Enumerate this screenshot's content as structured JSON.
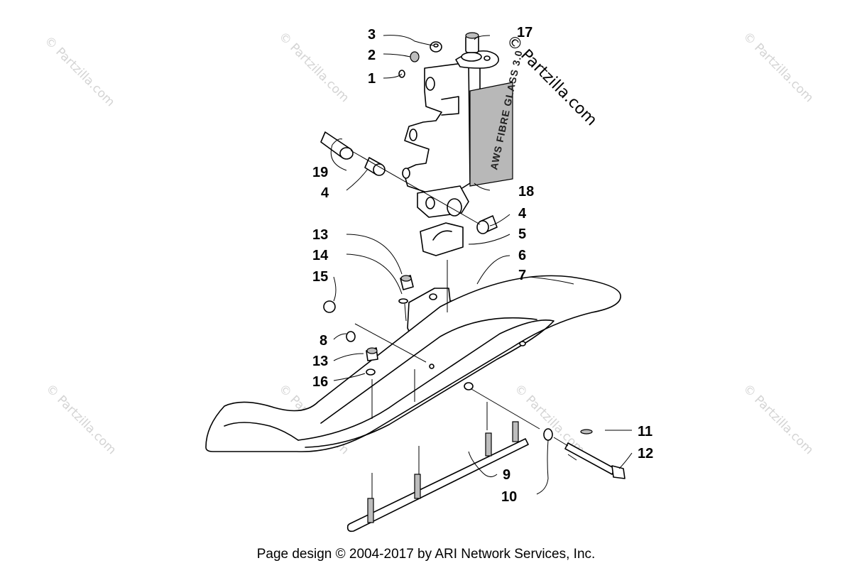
{
  "watermark": {
    "text": "© Partzilla.com",
    "main_text": "© Partzilla.com"
  },
  "decal": {
    "text": "AWS FIBRE GLASS 3.0"
  },
  "callouts": [
    {
      "id": "c1",
      "label": "1"
    },
    {
      "id": "c2",
      "label": "2"
    },
    {
      "id": "c3",
      "label": "3"
    },
    {
      "id": "c17",
      "label": "17"
    },
    {
      "id": "c19",
      "label": "19"
    },
    {
      "id": "c4a",
      "label": "4"
    },
    {
      "id": "c18",
      "label": "18"
    },
    {
      "id": "c4b",
      "label": "4"
    },
    {
      "id": "c5",
      "label": "5"
    },
    {
      "id": "c13a",
      "label": "13"
    },
    {
      "id": "c6",
      "label": "6"
    },
    {
      "id": "c14",
      "label": "14"
    },
    {
      "id": "c7",
      "label": "7"
    },
    {
      "id": "c15",
      "label": "15"
    },
    {
      "id": "c8",
      "label": "8"
    },
    {
      "id": "c13b",
      "label": "13"
    },
    {
      "id": "c16",
      "label": "16"
    },
    {
      "id": "c11",
      "label": "11"
    },
    {
      "id": "c12",
      "label": "12"
    },
    {
      "id": "c9",
      "label": "9"
    },
    {
      "id": "c10",
      "label": "10"
    }
  ],
  "footer": {
    "text": "Page design © 2004-2017 by ARI Network Services, Inc."
  }
}
